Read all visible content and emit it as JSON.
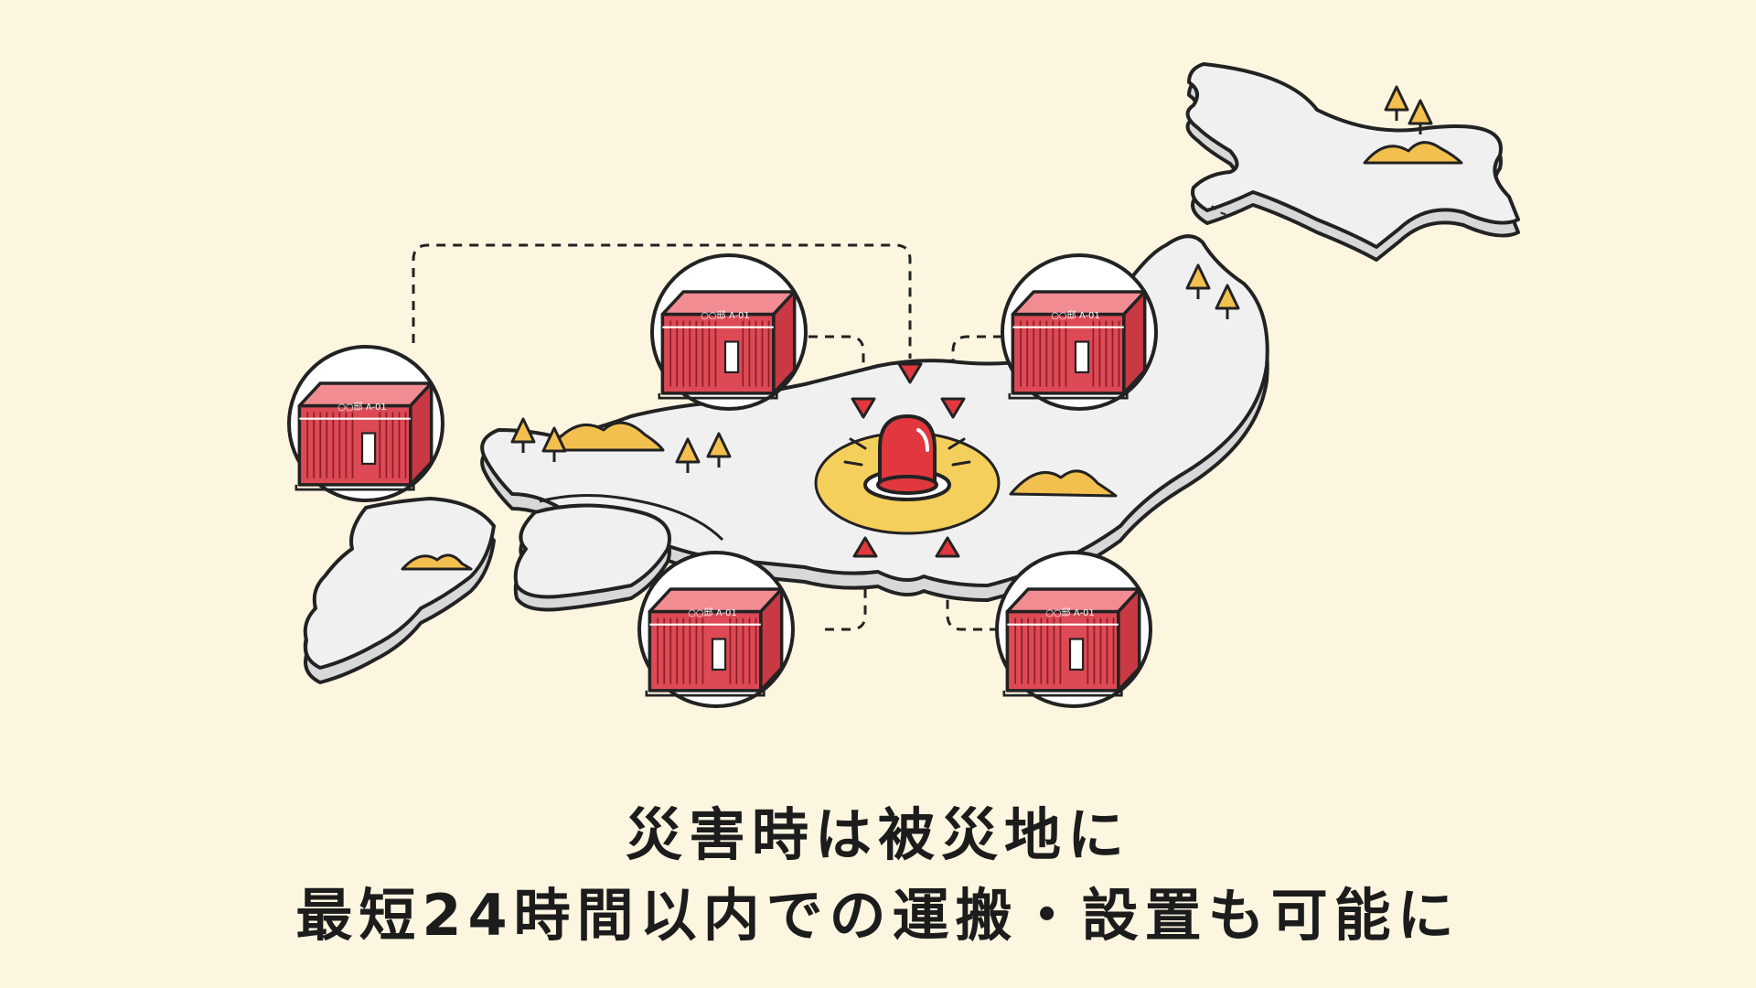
{
  "caption": {
    "line1": "災害時は被災地に",
    "line2": "最短24時間以内での運搬・設置も可能に"
  },
  "container_label": "○○邸 A-01",
  "colors": {
    "background": "#fcf5e0",
    "land": "#f0f0f0",
    "land_side": "#d8d8d8",
    "outline": "#222222",
    "container_red": "#dd4a55",
    "container_top": "#f28c93",
    "alert_red": "#e0383e",
    "hill_yellow": "#f3c04f",
    "tree_yellow": "#f3c04f",
    "halo_yellow": "#f5cf5c"
  },
  "icons": {
    "alarm": "siren-light-icon",
    "container": "shipping-container-icon",
    "tree": "tree-icon",
    "hill": "hill-icon",
    "arrow": "triangle-arrow-icon"
  }
}
